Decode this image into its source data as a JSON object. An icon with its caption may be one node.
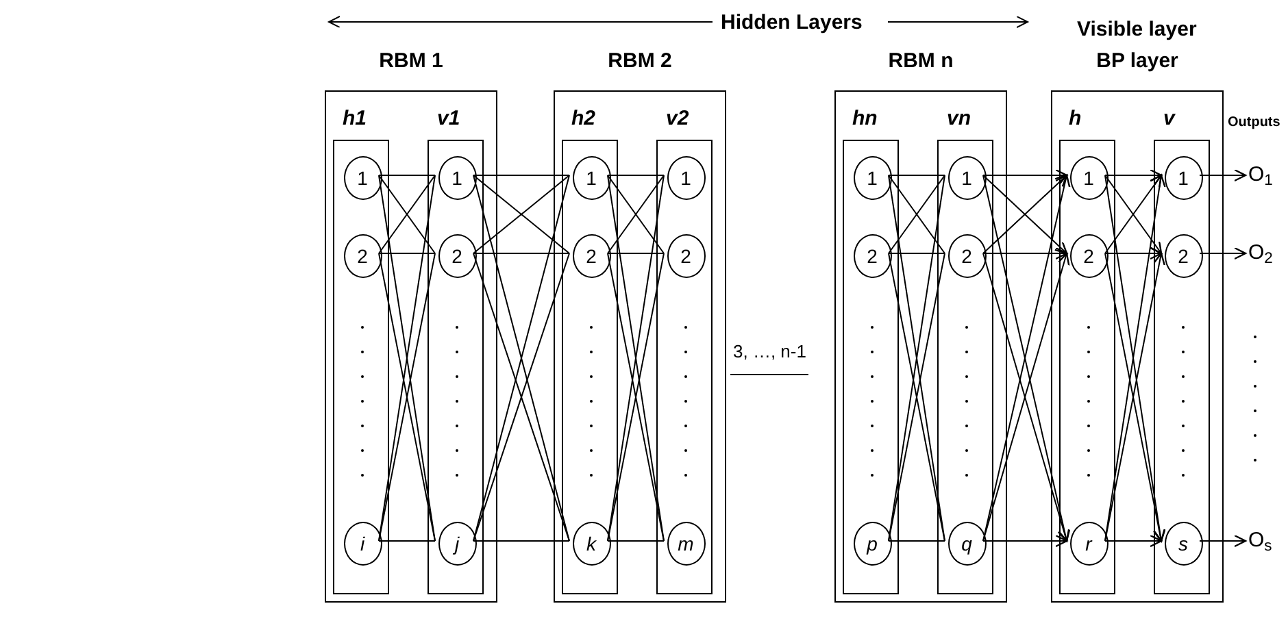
{
  "diagram": {
    "nodes": [
      {
        "text": [
          "RBM 1"
        ]
      },
      {
        "text": [
          "h1"
        ],
        "in": 0
      },
      {
        "text": [
          "1"
        ],
        "in": 1
      },
      {
        "text": [
          "2"
        ],
        "in": 1
      },
      {
        "text": [
          "i"
        ],
        "in": 1
      },
      {
        "text": [
          "v1"
        ],
        "in": 0
      },
      {
        "text": [
          "1"
        ],
        "in": 5
      },
      {
        "text": [
          "2"
        ],
        "in": 5
      },
      {
        "text": [
          "j"
        ],
        "in": 5
      },
      {
        "text": [
          "RBM 2"
        ]
      },
      {
        "text": [
          "h2"
        ],
        "in": 9
      },
      {
        "text": [
          "1"
        ],
        "in": 10
      },
      {
        "text": [
          "2"
        ],
        "in": 10
      },
      {
        "text": [
          "k"
        ],
        "in": 10
      },
      {
        "text": [
          "v2"
        ],
        "in": 9
      },
      {
        "text": [
          "1"
        ],
        "in": 14
      },
      {
        "text": [
          "2"
        ],
        "in": 14
      },
      {
        "text": [
          "m"
        ],
        "in": 14
      },
      {
        "text": [
          "RBM n"
        ]
      },
      {
        "text": [
          "hn"
        ],
        "in": 18
      },
      {
        "text": [
          "1"
        ],
        "in": 19
      },
      {
        "text": [
          "2"
        ],
        "in": 19
      },
      {
        "text": [
          "p"
        ],
        "in": 19
      },
      {
        "text": [
          "vn"
        ],
        "in": 18
      },
      {
        "text": [
          "1"
        ],
        "in": 23
      },
      {
        "text": [
          "2"
        ],
        "in": 23
      },
      {
        "text": [
          "q"
        ],
        "in": 23
      },
      {
        "text": [
          "BP layer"
        ]
      },
      {
        "text": [
          "h"
        ],
        "in": 27
      },
      {
        "text": [
          "1"
        ],
        "in": 28
      },
      {
        "text": [
          "2"
        ],
        "in": 28
      },
      {
        "text": [
          "r"
        ],
        "in": 28
      },
      {
        "text": [
          "v"
        ],
        "in": 27
      },
      {
        "text": [
          "1"
        ],
        "in": 32
      },
      {
        "text": [
          "2"
        ],
        "in": 32
      },
      {
        "text": [
          "s"
        ],
        "in": 32
      },
      {
        "text": [
          "O$_{1}$"
        ]
      },
      {
        "text": [
          "O$_{2}$"
        ]
      },
      {
        "text": [
          "O$_{s}$"
        ]
      }
    ],
    "edges": [
      {
        "from": 2,
        "to": 6,
        "arrow": "none"
      },
      {
        "from": 2,
        "to": 7,
        "arrow": "none"
      },
      {
        "from": 2,
        "to": 8,
        "arrow": "none"
      },
      {
        "from": 3,
        "to": 6,
        "arrow": "none"
      },
      {
        "from": 3,
        "to": 7,
        "arrow": "none"
      },
      {
        "from": 3,
        "to": 8,
        "arrow": "none"
      },
      {
        "from": 4,
        "to": 6,
        "arrow": "none"
      },
      {
        "from": 4,
        "to": 7,
        "arrow": "none"
      },
      {
        "from": 4,
        "to": 8,
        "arrow": "none"
      },
      {
        "from": 6,
        "to": 11,
        "arrow": "none"
      },
      {
        "from": 6,
        "to": 12,
        "arrow": "none"
      },
      {
        "from": 6,
        "to": 13,
        "arrow": "none"
      },
      {
        "from": 7,
        "to": 11,
        "arrow": "none"
      },
      {
        "from": 7,
        "to": 12,
        "arrow": "none"
      },
      {
        "from": 7,
        "to": 13,
        "arrow": "none"
      },
      {
        "from": 8,
        "to": 11,
        "arrow": "none"
      },
      {
        "from": 8,
        "to": 12,
        "arrow": "none"
      },
      {
        "from": 8,
        "to": 13,
        "arrow": "none"
      },
      {
        "from": 11,
        "to": 15,
        "arrow": "none"
      },
      {
        "from": 11,
        "to": 16,
        "arrow": "none"
      },
      {
        "from": 11,
        "to": 17,
        "arrow": "none"
      },
      {
        "from": 12,
        "to": 15,
        "arrow": "none"
      },
      {
        "from": 12,
        "to": 16,
        "arrow": "none"
      },
      {
        "from": 12,
        "to": 17,
        "arrow": "none"
      },
      {
        "from": 13,
        "to": 15,
        "arrow": "none"
      },
      {
        "from": 13,
        "to": 16,
        "arrow": "none"
      },
      {
        "from": 13,
        "to": 17,
        "arrow": "none"
      },
      {
        "from": 20,
        "to": 24,
        "arrow": "none"
      },
      {
        "from": 20,
        "to": 25,
        "arrow": "none"
      },
      {
        "from": 20,
        "to": 26,
        "arrow": "none"
      },
      {
        "from": 21,
        "to": 24,
        "arrow": "none"
      },
      {
        "from": 21,
        "to": 25,
        "arrow": "none"
      },
      {
        "from": 21,
        "to": 26,
        "arrow": "none"
      },
      {
        "from": 22,
        "to": 24,
        "arrow": "none"
      },
      {
        "from": 22,
        "to": 25,
        "arrow": "none"
      },
      {
        "from": 22,
        "to": 26,
        "arrow": "none"
      },
      {
        "from": 24,
        "to": 29,
        "arrow": "to"
      },
      {
        "from": 24,
        "to": 30,
        "arrow": "to"
      },
      {
        "from": 24,
        "to": 31,
        "arrow": "to"
      },
      {
        "from": 25,
        "to": 29,
        "arrow": "to"
      },
      {
        "from": 25,
        "to": 30,
        "arrow": "to"
      },
      {
        "from": 25,
        "to": 31,
        "arrow": "to"
      },
      {
        "from": 26,
        "to": 29,
        "arrow": "to"
      },
      {
        "from": 26,
        "to": 30,
        "arrow": "to"
      },
      {
        "from": 26,
        "to": 31,
        "arrow": "to"
      },
      {
        "from": 29,
        "to": 33,
        "arrow": "to"
      },
      {
        "from": 29,
        "to": 34,
        "arrow": "to"
      },
      {
        "from": 29,
        "to": 35,
        "arrow": "to"
      },
      {
        "from": 30,
        "to": 33,
        "arrow": "to"
      },
      {
        "from": 30,
        "to": 34,
        "arrow": "to"
      },
      {
        "from": 30,
        "to": 35,
        "arrow": "to"
      },
      {
        "from": 31,
        "to": 33,
        "arrow": "to"
      },
      {
        "from": 31,
        "to": 34,
        "arrow": "to"
      },
      {
        "from": 31,
        "to": 35,
        "arrow": "to"
      },
      {
        "from": 33,
        "to": 36,
        "arrow": "to"
      },
      {
        "from": 34,
        "to": 37,
        "arrow": "to"
      },
      {
        "from": 35,
        "to": 38,
        "arrow": "to"
      }
    ],
    "labels": [
      "Hidden Layers",
      "Visible layer",
      "3, …, n-1",
      "Outputs"
    ]
  }
}
